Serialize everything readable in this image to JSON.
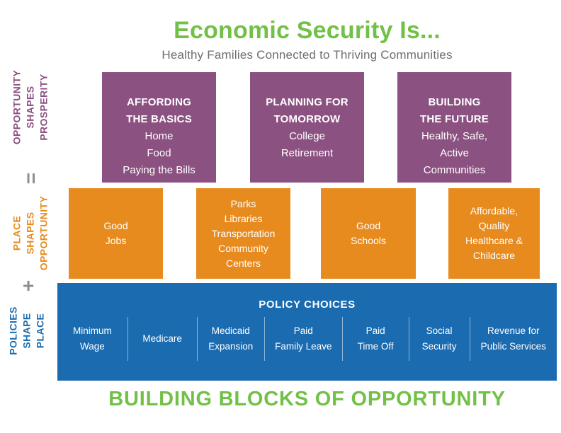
{
  "header": {
    "title": "Economic Security Is...",
    "subtitle": "Healthy Families Connected to Thriving Communities"
  },
  "side_labels": {
    "prosperity": "OPPORTUNITY\nSHAPES\nPROSPERITY",
    "equals_sign": "=",
    "place": "PLACE\nSHAPES\nOPPORTUNITY",
    "plus_sign": "+",
    "policies": "POLICIES\nSHAPE\nPLACE"
  },
  "prosperity_row": [
    {
      "heading": "AFFORDING\nTHE BASICS",
      "details": "Home\nFood\nPaying the Bills"
    },
    {
      "heading": "PLANNING FOR\nTOMORROW",
      "details": "College\nRetirement"
    },
    {
      "heading": "BUILDING\nTHE FUTURE",
      "details": "Healthy, Safe,\nActive\nCommunities"
    }
  ],
  "place_row": [
    {
      "label": "Good\nJobs"
    },
    {
      "label": "Parks\nLibraries\nTransportation\nCommunity\nCenters"
    },
    {
      "label": "Good\nSchools"
    },
    {
      "label": "Affordable,\nQuality\nHealthcare &\nChildcare"
    }
  ],
  "policy_bar": {
    "heading": "POLICY CHOICES",
    "items": [
      {
        "label": "Minimum\nWage"
      },
      {
        "label": "Medicare"
      },
      {
        "label": "Medicaid\nExpansion"
      },
      {
        "label": "Paid\nFamily Leave"
      },
      {
        "label": "Paid\nTime Off"
      },
      {
        "label": "Social\nSecurity"
      },
      {
        "label": "Revenue for\nPublic Services"
      }
    ]
  },
  "footer": {
    "caption": "BUILDING BLOCKS OF OPPORTUNITY"
  },
  "colors": {
    "green": "#73c048",
    "purple": "#8b5181",
    "orange": "#e78b1f",
    "blue": "#1a6bb0",
    "subtitle_gray": "#6d6e70",
    "operator_gray": "#8d8f92"
  }
}
